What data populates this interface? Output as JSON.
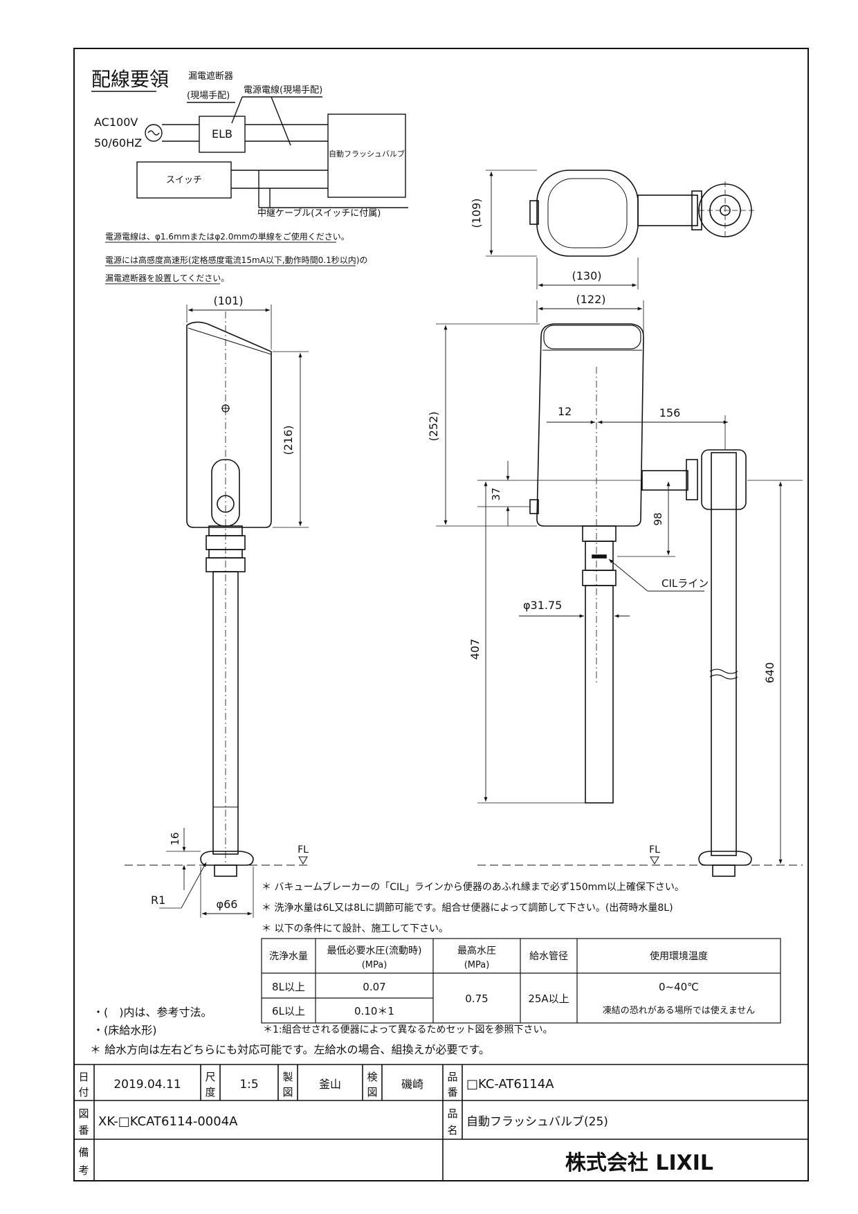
{
  "wiring": {
    "title": "配線要領",
    "elb_label": "漏電遮断器",
    "elb_label2": "(現場手配)",
    "power_cable": "電源電線(現場手配)",
    "ac_line1": "AC100V",
    "ac_line2": "50/60HZ",
    "elb_box": "ELB",
    "valve_box": "自動フラッシュバルブ",
    "switch_box": "スイッチ",
    "relay_cable": "中継ケーブル(スイッチに付属)",
    "note1": "電源電線は、φ1.6mmまたはφ2.0mmの単線をご使用ください。",
    "note2": "電源には高感度高速形(定格感度電流15mA以下,動作時間0.1秒以内)の",
    "note3": "漏電遮断器を設置してください。"
  },
  "dims": {
    "top_depth": "(109)",
    "top_width": "(130)",
    "side_width": "(101)",
    "side_height": "(216)",
    "front_width": "(122)",
    "front_height": "(252)",
    "d12": "12",
    "d156": "156",
    "d37": "37",
    "d98": "98",
    "cil": "CILライン",
    "pipe_dia": "φ31.75",
    "d407": "407",
    "d640": "640",
    "d16": "16",
    "r1": "R1",
    "d66": "φ66",
    "fl": "FL"
  },
  "notes": {
    "vb": "＊ バキュームブレーカーの「CIL」ラインから便器のあふれ縁まで必ず150mm以上確保下さい。",
    "flush": "＊ 洗浄水量は6L又は8Lに調節可能です。組合せ便器によって調節して下さい。(出荷時水量8L)",
    "cond": "＊ 以下の条件にて設計、施工して下さい。",
    "ref": "・(　)内は、参考寸法。",
    "floor": "・(床給水形)",
    "fn1": "＊1:組合せされる便器によって異なるためセット図を参照下さい。",
    "dir": "＊ 給水方向は左右どちらにも対応可能です。左給水の場合、組換えが必要です。"
  },
  "spec_table": {
    "h_flow": "洗浄水量",
    "h_minp": "最低必要水圧(流動時)",
    "h_minp_u": "(MPa)",
    "h_maxp": "最高水圧",
    "h_maxp_u": "(MPa)",
    "h_pipe": "給水管径",
    "h_temp": "使用環境温度",
    "r1_flow": "8L以上",
    "r1_minp": "0.07",
    "r2_flow": "6L以上",
    "r2_minp": "0.10＊1",
    "maxp": "0.75",
    "pipe": "25A以上",
    "temp1": "0~40℃",
    "temp2": "凍結の恐れがある場所では使えません"
  },
  "title_block": {
    "date_l1": "日",
    "date_l2": "付",
    "date": "2019.04.11",
    "scale_l1": "尺",
    "scale_l2": "度",
    "scale": "1:5",
    "drawn_l1": "製",
    "drawn_l2": "図",
    "drawn": "釜山",
    "check_l1": "検",
    "check_l2": "図",
    "check": "磯崎",
    "pno_l1": "品",
    "pno_l2": "番",
    "pno": "□KC-AT6114A",
    "dwg_l1": "図",
    "dwg_l2": "番",
    "dwg": "XK-□KCAT6114-0004A",
    "pname_l1": "品",
    "pname_l2": "名",
    "pname": "自動フラッシュバルブ(25)",
    "rem_l1": "備",
    "rem_l2": "考",
    "company": "株式会社 LIXIL"
  }
}
